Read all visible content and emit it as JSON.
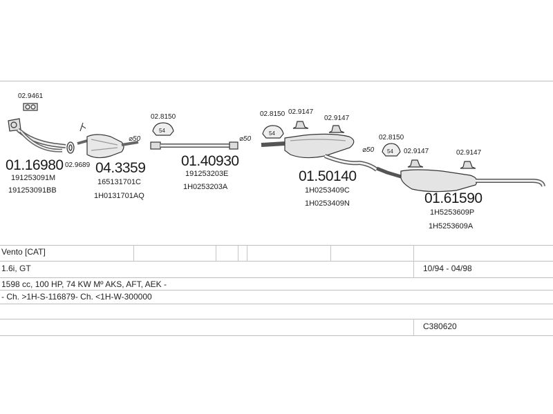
{
  "parts": {
    "clip_9461": "02.9461",
    "p1_main": "01.16980",
    "p1_oe1": "191253091M",
    "p1_oe2": "191253091BB",
    "clip_9689": "02.9689",
    "p2_main": "04.3359",
    "p2_oe1": "165131701C",
    "p2_oe2": "1H0131701AQ",
    "pipe1": "⌀50",
    "clip_8150_a": "02.8150",
    "p3_main": "01.40930",
    "p3_oe1": "191253203E",
    "p3_oe2": "1H0253203A",
    "pipe2": "⌀50",
    "clip_8150_b": "02.8150",
    "clip_9147_a": "02.9147",
    "clip_9147_b": "02.9147",
    "p4_main": "01.50140",
    "p4_oe1": "1H0253409C",
    "p4_oe2": "1H0253409N",
    "pipe3": "⌀50",
    "clip_8150_c": "02.8150",
    "clip_9147_c": "02.9147",
    "clip_9147_d": "02.9147",
    "p5_main": "01.61590",
    "p5_oe1": "1H5253609P",
    "p5_oe2": "1H5253609A",
    "ring_label": "54"
  },
  "table": {
    "model": "Vento  [CAT]",
    "engine": "1.6i, GT",
    "dates": "10/94 - 04/98",
    "specs": "1598 cc, 100 HP, 74 KW Mº AKS, AFT, AEK -",
    "chassis": "- Ch. >1H-S-116879- Ch. <1H-W-300000",
    "code": "C380620"
  }
}
